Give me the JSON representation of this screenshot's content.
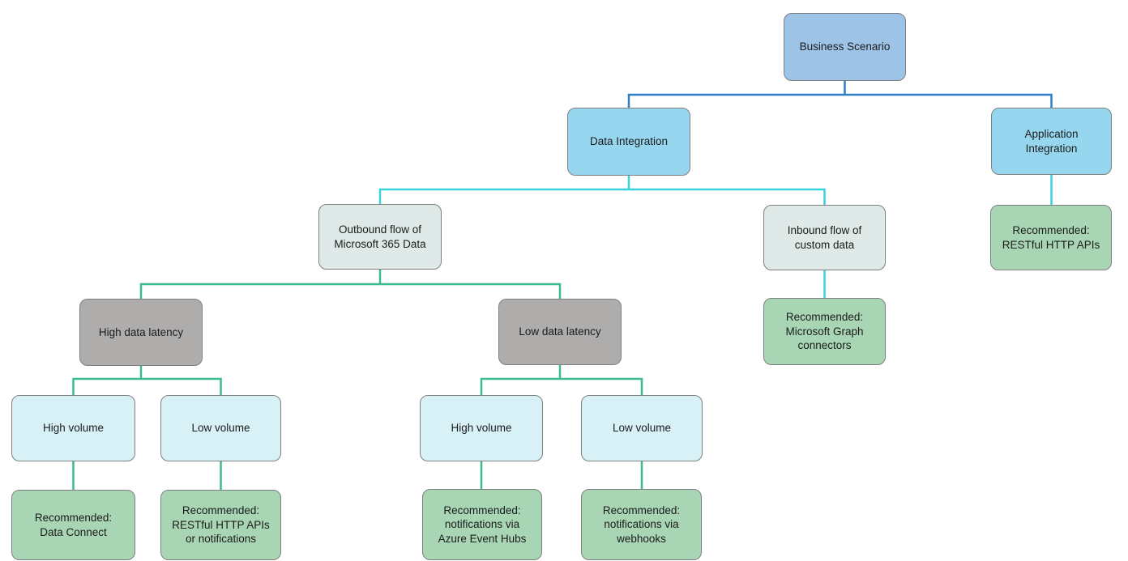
{
  "diagram": {
    "nodes": {
      "business_scenario": {
        "label": "Business Scenario"
      },
      "data_integration": {
        "label": "Data Integration"
      },
      "application_integration": {
        "label": "Application\nIntegration"
      },
      "outbound_flow": {
        "label": "Outbound flow of\nMicrosoft 365 Data"
      },
      "inbound_flow": {
        "label": "Inbound flow of\ncustom data"
      },
      "rec_restful_apis_app": {
        "label": "Recommended:\nRESTful HTTP APIs"
      },
      "high_data_latency": {
        "label": "High data latency"
      },
      "low_data_latency": {
        "label": "Low data latency"
      },
      "rec_graph_connectors": {
        "label": "Recommended:\nMicrosoft Graph\nconnectors"
      },
      "high_volume_high_latency": {
        "label": "High volume"
      },
      "low_volume_high_latency": {
        "label": "Low volume"
      },
      "high_volume_low_latency": {
        "label": "High volume"
      },
      "low_volume_low_latency": {
        "label": "Low volume"
      },
      "rec_data_connect": {
        "label": "Recommended:\nData Connect"
      },
      "rec_restful_or_notifications": {
        "label": "Recommended:\nRESTful HTTP APIs\nor notifications"
      },
      "rec_event_hubs": {
        "label": "Recommended:\nnotifications via\nAzure Event Hubs"
      },
      "rec_webhooks": {
        "label": "Recommended:\nnotifications via\nwebhooks"
      }
    },
    "colors": {
      "root_fill": "#9dc3e6",
      "branch_fill": "#96d7ef",
      "condition_fill": "#dfe9e8",
      "latency_fill": "#afacac",
      "volume_fill": "#d7f1f6",
      "recommend_fill": "#a8d6b4",
      "border": "#7f7f7f",
      "connector_level1": "#2e7fc6",
      "connector_level2": "#3ad1df",
      "connector_level3": "#3cba92"
    }
  }
}
